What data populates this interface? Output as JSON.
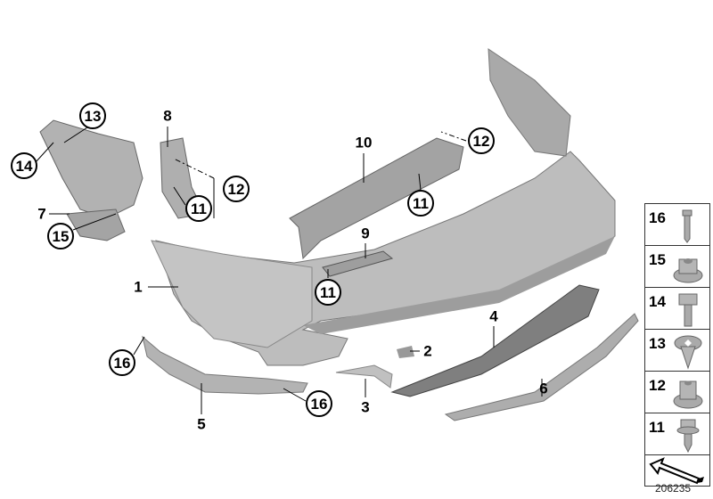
{
  "diagram_id": "206235",
  "colors": {
    "part_fill": "#b9b9b9",
    "part_dark": "#8a8a8a",
    "line": "#000000"
  },
  "callouts": [
    {
      "label": "13",
      "circled": true
    },
    {
      "label": "14",
      "circled": true
    },
    {
      "label": "7",
      "circled": false
    },
    {
      "label": "15",
      "circled": true
    },
    {
      "label": "8",
      "circled": false
    },
    {
      "label": "12",
      "circled": true
    },
    {
      "label": "11",
      "circled": true
    },
    {
      "label": "10",
      "circled": false
    },
    {
      "label": "12",
      "circled": true
    },
    {
      "label": "11",
      "circled": true
    },
    {
      "label": "9",
      "circled": false
    },
    {
      "label": "11",
      "circled": true
    },
    {
      "label": "1",
      "circled": false
    },
    {
      "label": "16",
      "circled": true
    },
    {
      "label": "5",
      "circled": false
    },
    {
      "label": "16",
      "circled": true
    },
    {
      "label": "2",
      "circled": false
    },
    {
      "label": "3",
      "circled": false
    },
    {
      "label": "4",
      "circled": false
    },
    {
      "label": "6",
      "circled": false
    }
  ],
  "legend": [
    {
      "label": "16",
      "icon": "push-rivet-icon"
    },
    {
      "label": "15",
      "icon": "flange-nut-icon"
    },
    {
      "label": "14",
      "icon": "hex-screw-icon"
    },
    {
      "label": "13",
      "icon": "expanding-nut-icon"
    },
    {
      "label": "12",
      "icon": "collar-nut-icon"
    },
    {
      "label": "11",
      "icon": "collar-screw-icon"
    }
  ],
  "legend_arrow_icon": "front-direction-arrow-icon"
}
